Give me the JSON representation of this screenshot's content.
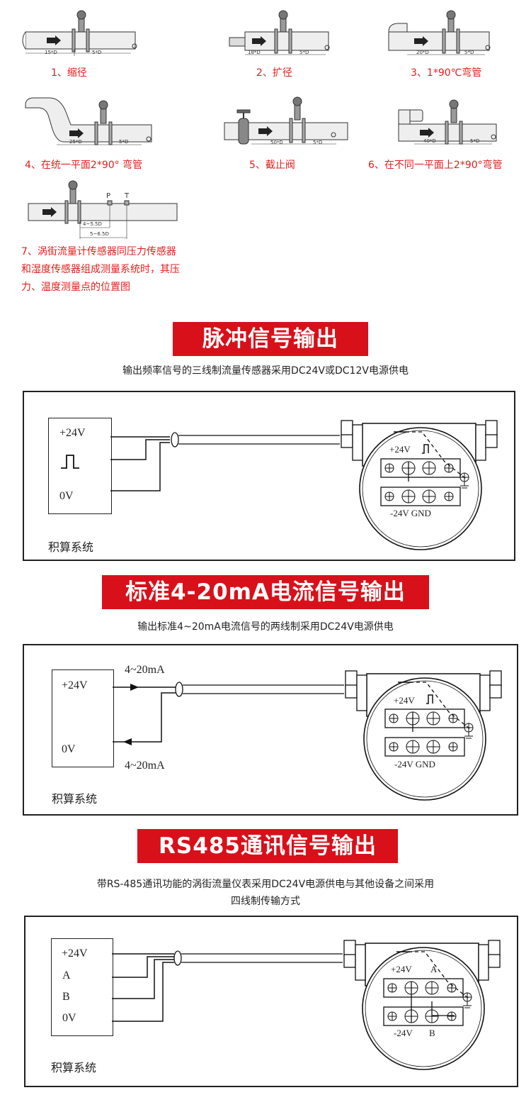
{
  "install": {
    "items": [
      {
        "caption": "1、缩径",
        "dims": [
          "15*D",
          "5*D"
        ]
      },
      {
        "caption": "2、扩径",
        "dims": [
          "18*D",
          "5*D"
        ]
      },
      {
        "caption": "3、1*90℃弯管",
        "dims": [
          "20*D",
          "5*D"
        ]
      },
      {
        "caption": "4、在统一平面2*90° 弯管",
        "dims": [
          "25*D",
          "5*D"
        ]
      },
      {
        "caption": "5、截止阀",
        "dims": [
          "50*D",
          "5*D"
        ]
      },
      {
        "caption": "6、在不同一平面上2*90°弯管",
        "dims": [
          "40*D",
          "5*D"
        ]
      }
    ],
    "item7": {
      "caption_lines": [
        "7、涡街流量计传感器同压力传感器",
        "和湿度传感器组成测量系统时，其压",
        "力、温度测量点的位置图"
      ],
      "labels": [
        "P",
        "T"
      ],
      "dims": [
        "4~5.5D",
        "5~6.5D"
      ]
    }
  },
  "pulse": {
    "title": "脉冲信号输出",
    "desc": "输出频率信号的三线制流量传感器采用DC24V或DC12V电源供电",
    "sys_labels": [
      "+24V",
      "0V"
    ],
    "sys_name": "积算系统",
    "meter_top": "+24V",
    "meter_bottom": "-24V  GND"
  },
  "current": {
    "title": "标准4-20mA电流信号输出",
    "desc": "输出标准4~20mA电流信号的两线制采用DC24V电源供电",
    "sys_labels": [
      "+24V",
      "0V"
    ],
    "arrow_labels": [
      "4~20mA",
      "4~20mA"
    ],
    "sys_name": "积算系统",
    "meter_top": "+24V",
    "meter_bottom": "-24V  GND"
  },
  "rs485": {
    "title": "RS485通讯信号输出",
    "desc_lines": [
      "带RS-485通讯功能的涡街流量仪表采用DC24V电源供电与其他设备之间采用",
      "四线制传输方式"
    ],
    "sys_labels": [
      "+24V",
      "A",
      "B",
      "0V"
    ],
    "sys_name": "积算系统",
    "meter_top_left": "+24V",
    "meter_top_right": "A",
    "meter_bottom_left": "-24V",
    "meter_bottom_right": "B"
  }
}
